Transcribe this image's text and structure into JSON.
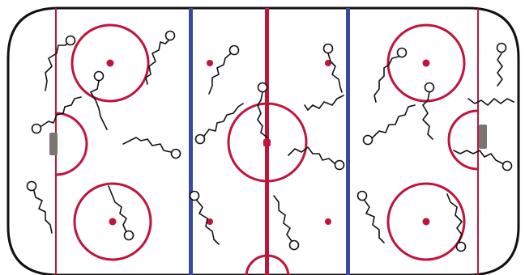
{
  "diagram": {
    "kind": "ice-hockey-rink-drill",
    "colors": {
      "ice": "#ffffff",
      "boards": "#111111",
      "red_line": "#c0143c",
      "blue_line": "#3a4a9a",
      "goal": "#7a7572",
      "player_path": "#111111"
    },
    "zones": [
      "left-defensive-zone",
      "neutral-zone",
      "right-attacking-zone"
    ],
    "faceoff_circles": 5,
    "neutral_zone_dots": 4,
    "goals": 2,
    "skater_paths": 24,
    "labels": []
  }
}
